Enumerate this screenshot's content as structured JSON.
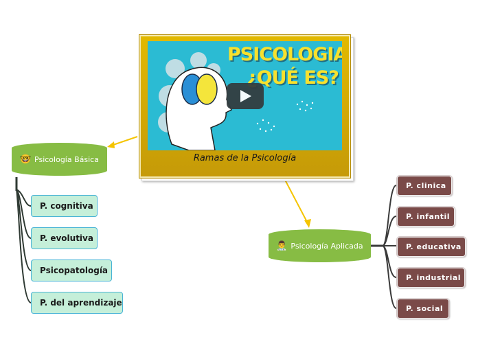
{
  "central": {
    "video_title_line1": "PSICOLOGIA",
    "video_title_line2": "¿QUÉ ES?",
    "caption": "Ramas de la Psicología",
    "play_icon": "play-icon"
  },
  "branches": [
    {
      "label": "Psicología Básica",
      "icon": "nerd-face-emoji",
      "icon_glyph": "🤓",
      "color": "#87bc44",
      "children": [
        {
          "label": "P. cognitiva"
        },
        {
          "label": "P. evolutiva"
        },
        {
          "label": "Psicopatología"
        },
        {
          "label": "P. del aprendizaje"
        }
      ]
    },
    {
      "label": "Psicología Aplicada",
      "icon": "doctor-emoji",
      "icon_glyph": "👨‍⚕️",
      "color": "#87bc44",
      "children": [
        {
          "label": "P. clinica"
        },
        {
          "label": "P. infantil"
        },
        {
          "label": "P. educativa"
        },
        {
          "label": "P. industrial"
        },
        {
          "label": "P. social"
        }
      ]
    }
  ],
  "colors": {
    "arrow": "#f5c400",
    "main_topic": "#87bc44",
    "sub_green_fill": "#c5efd9",
    "sub_green_border": "#47b3d6",
    "sub_brown_fill": "#7a4a48",
    "connector": "#2f3a33"
  }
}
